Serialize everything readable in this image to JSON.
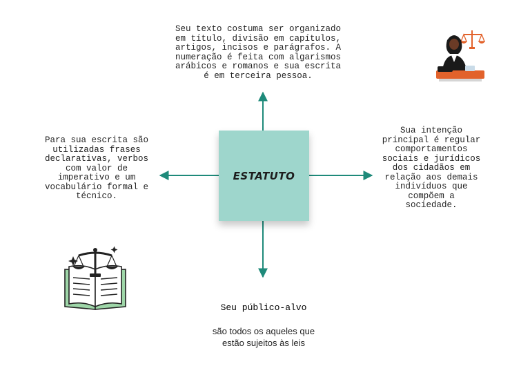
{
  "center": {
    "label": "ESTATUTO"
  },
  "nodes": {
    "top": "Seu texto costuma ser organizado\nem título, divisão em capítulos,\nartigos, incisos e parágrafos. A\nnumeração é feita com algarismos\narábicos e romanos e sua escrita\né em terceira pessoa.",
    "left": "Para sua escrita são\nutilizadas frases\ndeclarativas, verbos\ncom valor de\nimperativo e um\nvocabulário formal e\ntécnico.",
    "right": "Sua intenção\nprincipal é regular\ncomportamentos\nsociais e jurídicos\ndos cidadãos em\nrelação aos demais\nindivíduos que\ncompõem a\nsociedade.",
    "bottom_line1": "Seu público-alvo",
    "bottom_line2": "são todos os aqueles que\nestão sujeitos às leis"
  },
  "colors": {
    "box": "#9ed6cc",
    "arrow": "#1e8a7a"
  },
  "icons": {
    "top_right": "judge-with-scales-icon",
    "bottom_left": "law-book-with-scales-icon"
  }
}
